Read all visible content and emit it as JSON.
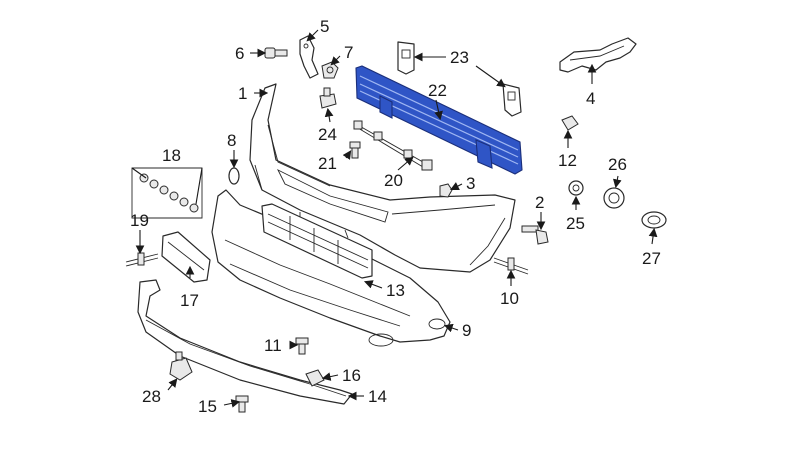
{
  "diagram": {
    "highlight_color": "#2f55c6",
    "callouts": [
      {
        "id": "c1",
        "label": "1"
      },
      {
        "id": "c2",
        "label": "2"
      },
      {
        "id": "c3",
        "label": "3"
      },
      {
        "id": "c4",
        "label": "4"
      },
      {
        "id": "c5",
        "label": "5"
      },
      {
        "id": "c6",
        "label": "6"
      },
      {
        "id": "c7",
        "label": "7"
      },
      {
        "id": "c8",
        "label": "8"
      },
      {
        "id": "c9",
        "label": "9"
      },
      {
        "id": "c10",
        "label": "10"
      },
      {
        "id": "c11",
        "label": "11"
      },
      {
        "id": "c12",
        "label": "12"
      },
      {
        "id": "c13",
        "label": "13"
      },
      {
        "id": "c14",
        "label": "14"
      },
      {
        "id": "c15",
        "label": "15"
      },
      {
        "id": "c16",
        "label": "16"
      },
      {
        "id": "c17",
        "label": "17"
      },
      {
        "id": "c18",
        "label": "18"
      },
      {
        "id": "c19",
        "label": "19"
      },
      {
        "id": "c20",
        "label": "20"
      },
      {
        "id": "c21",
        "label": "21"
      },
      {
        "id": "c22",
        "label": "22"
      },
      {
        "id": "c23",
        "label": "23"
      },
      {
        "id": "c24",
        "label": "24"
      },
      {
        "id": "c25",
        "label": "25"
      },
      {
        "id": "c26",
        "label": "26"
      },
      {
        "id": "c27",
        "label": "27"
      },
      {
        "id": "c28",
        "label": "28"
      }
    ]
  }
}
